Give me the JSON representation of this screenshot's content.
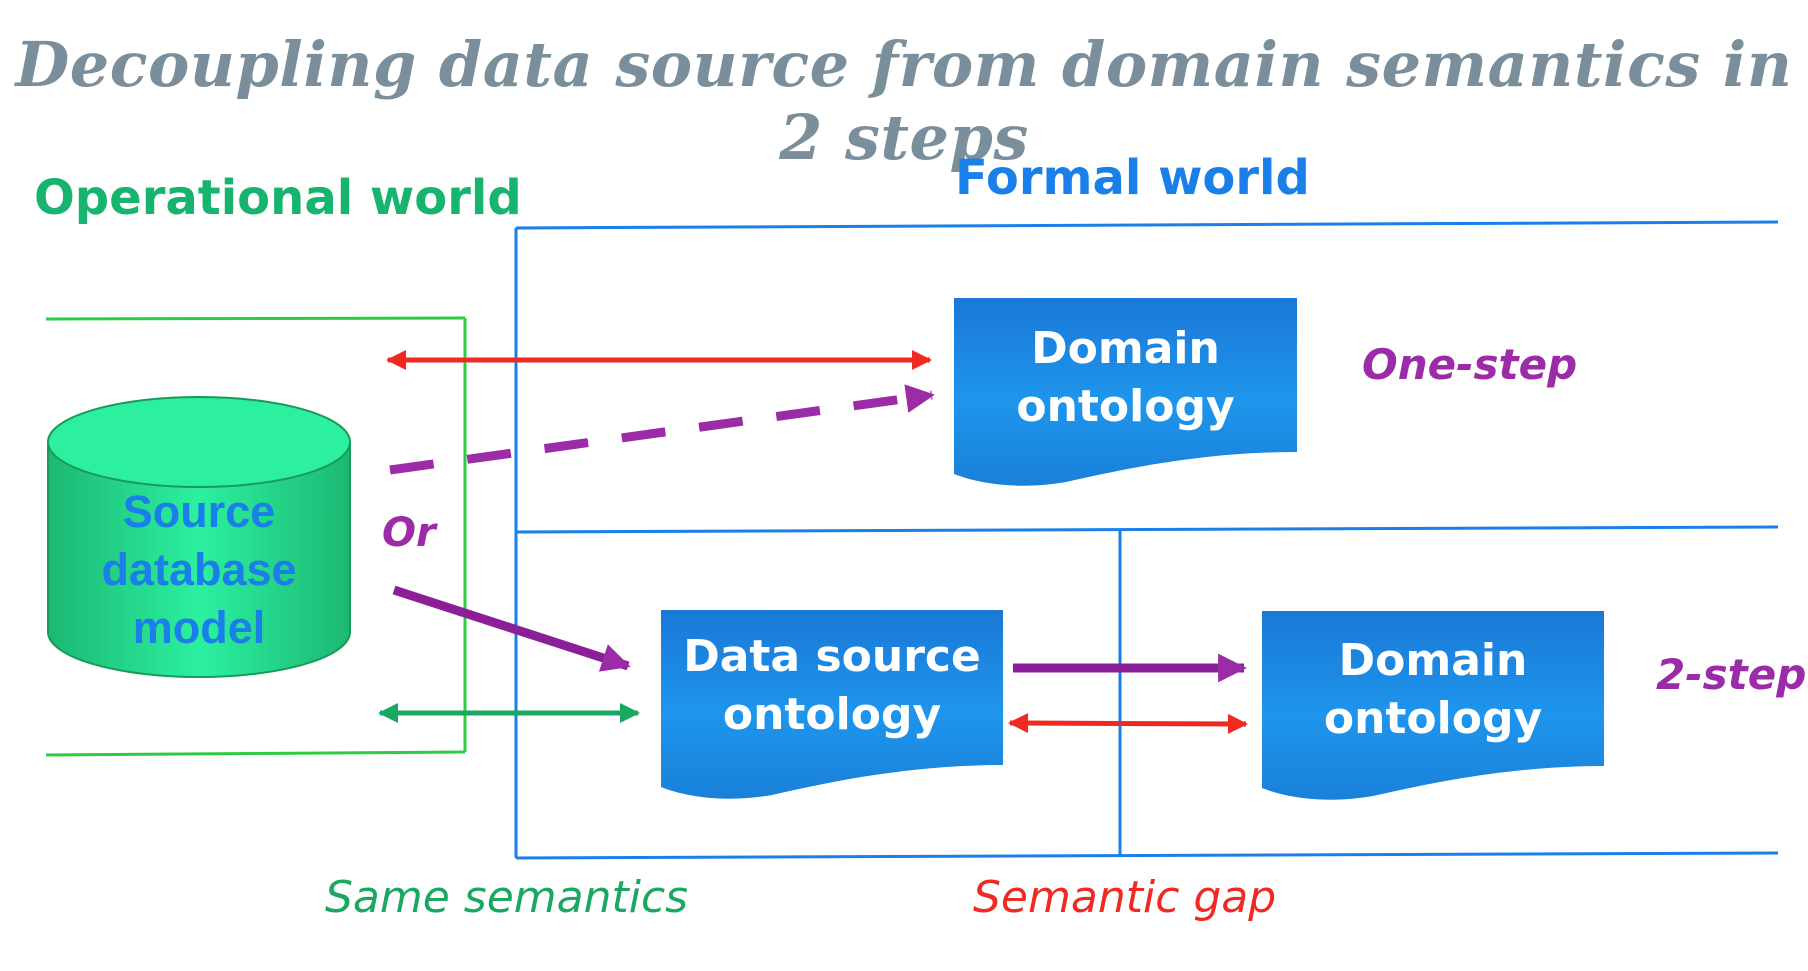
{
  "title": "Decoupling data source from domain semantics in 2 steps",
  "labels": {
    "operational_world": "Operational world",
    "formal_world": "Formal world",
    "one_step": "One-step",
    "two_step": "2-step",
    "or": "Or",
    "same_semantics": "Same semantics",
    "semantic_gap": "Semantic gap"
  },
  "nodes": {
    "source_db": {
      "line1": "Source",
      "line2": "database",
      "line3": "model"
    },
    "domain_ontology_top": {
      "line1": "Domain",
      "line2": "ontology"
    },
    "data_source_ontology": {
      "line1": "Data source",
      "line2": "ontology"
    },
    "domain_ontology_bottom": {
      "line1": "Domain",
      "line2": "ontology"
    }
  },
  "colors": {
    "title": "#7a8e9b",
    "operational": "#16b46e",
    "formal": "#1a7fe8",
    "mapping": "#9b2ba6",
    "gap": "#f02a22",
    "same": "#1aa860",
    "box_fill": "#1e8fe0",
    "db_fill": "#22d488"
  }
}
